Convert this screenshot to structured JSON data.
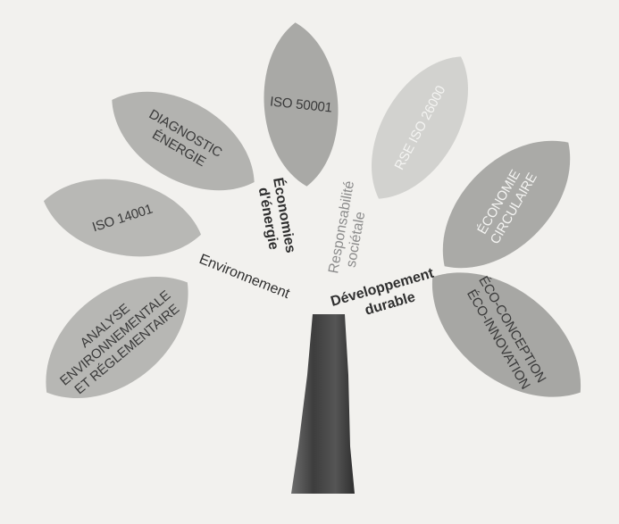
{
  "leaves": [
    {
      "id": "iso50001",
      "lines": [
        "ISO 50001"
      ],
      "color": "#a9a9a6"
    },
    {
      "id": "diagnostic",
      "lines": [
        "DIAGNOSTIC",
        "ÉNERGIE"
      ],
      "color": "#b3b3b0"
    },
    {
      "id": "iso14001",
      "lines": [
        "ISO 14001"
      ],
      "color": "#b8b8b5"
    },
    {
      "id": "analyse",
      "lines": [
        "ANALYSE",
        "ENVIRONNEMENTALE",
        "ET RÉGLEMENTAIRE"
      ],
      "color": "#b7b7b4"
    },
    {
      "id": "rse",
      "lines": [
        "RSE ISO 26000"
      ],
      "color": "#d2d2cf"
    },
    {
      "id": "economie",
      "lines": [
        "ÉCONOMIE",
        "CIRCULAIRE"
      ],
      "color": "#aaaaa7"
    },
    {
      "id": "eco",
      "lines": [
        "ÉCO-CONCEPTION",
        "ÉCO-INNOVATION"
      ],
      "color": "#a7a7a4"
    }
  ],
  "branches": {
    "environnement": "Environnement",
    "economies_line1": "Économies",
    "economies_line2": "d'énergie",
    "responsabilite_line1": "Responsabilité",
    "responsabilite_line2": "sociétale",
    "developpement_line1": "Développement",
    "developpement_line2": "durable"
  },
  "colors": {
    "background": "#f2f1ee",
    "trunk": "#4a4a4a",
    "branch_text": "#2f2f2f",
    "branch_text_grey": "#8d8d8d"
  }
}
